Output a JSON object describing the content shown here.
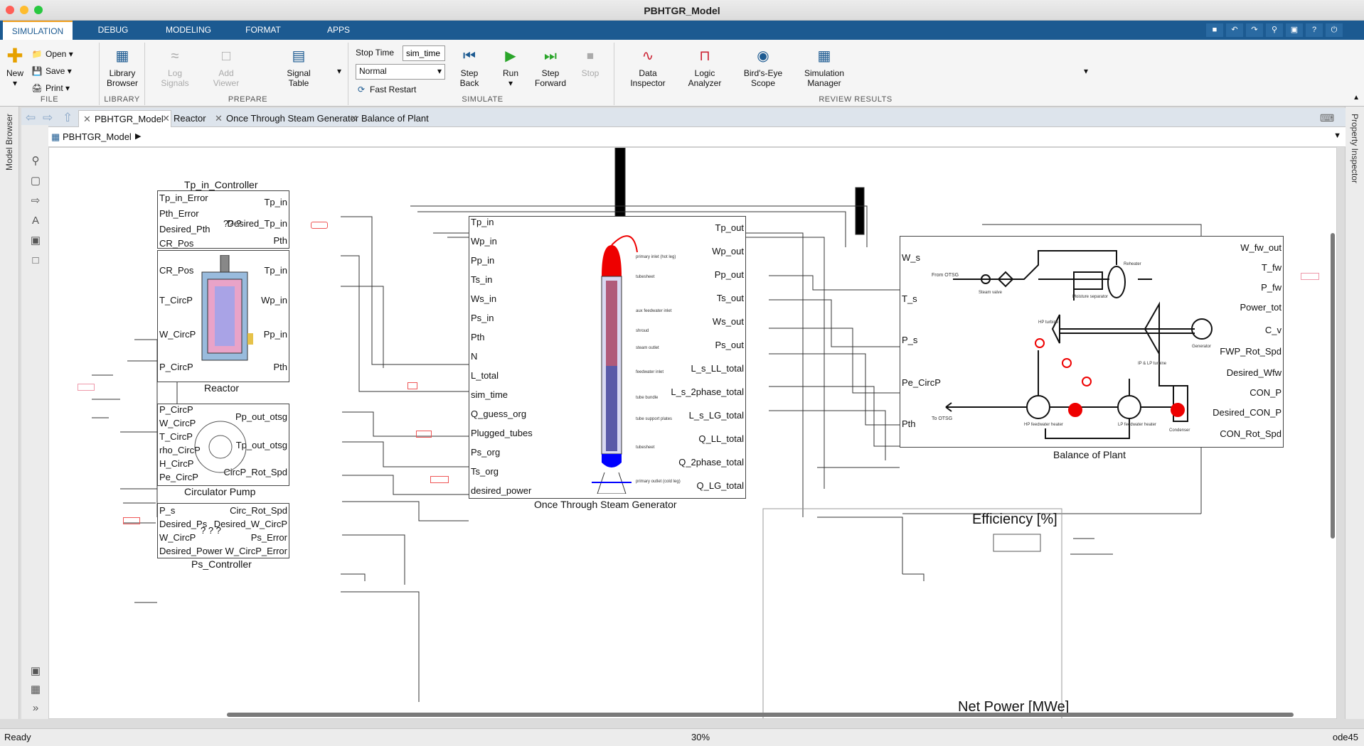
{
  "window": {
    "title": "PBHTGR_Model",
    "close_color": "#ff5f57",
    "min_color": "#febc2e",
    "max_color": "#28c840"
  },
  "ribbon_tabs": [
    {
      "label": "SIMULATION",
      "active": true
    },
    {
      "label": "DEBUG"
    },
    {
      "label": "MODELING"
    },
    {
      "label": "FORMAT"
    },
    {
      "label": "APPS"
    }
  ],
  "file": {
    "new": "New",
    "open": "Open",
    "save": "Save",
    "print": "Print",
    "label": "FILE"
  },
  "library": {
    "browser": "Library Browser",
    "label": "LIBRARY"
  },
  "prepare": {
    "log_signals": "Log Signals",
    "add_viewer": "Add Viewer",
    "signal_table": "Signal Table",
    "label": "PREPARE"
  },
  "simulate": {
    "stop_time_label": "Stop Time",
    "stop_time_value": "sim_time",
    "mode": "Normal",
    "fast_restart": "Fast Restart",
    "step_back": "Step Back",
    "run": "Run",
    "step_forward": "Step Forward",
    "stop": "Stop",
    "label": "SIMULATE"
  },
  "review": {
    "data_inspector": "Data Inspector",
    "logic_analyzer": "Logic Analyzer",
    "birds_eye": "Bird's-Eye Scope",
    "sim_manager": "Simulation Manager",
    "label": "REVIEW RESULTS"
  },
  "side": {
    "left": "Model Browser",
    "right": "Property Inspector"
  },
  "doc_tabs": [
    {
      "label": "PBHTGR_Model",
      "active": true
    },
    {
      "label": "Reactor"
    },
    {
      "label": "Once Through Steam Generator"
    },
    {
      "label": "Balance of Plant"
    }
  ],
  "breadcrumb": "PBHTGR_Model",
  "blocks": {
    "tp_controller": {
      "title": "Tp_in_Controller",
      "inputs": [
        "Tp_in_Error",
        "Pth_Error",
        "Desired_Pth",
        "CR_Pos"
      ],
      "outputs": [
        "Tp_in",
        "Desired_Tp_in",
        "Pth"
      ],
      "note": "?? ?"
    },
    "reactor": {
      "title": "Reactor",
      "inputs": [
        "CR_Pos",
        "T_CircP",
        "W_CircP",
        "P_CircP"
      ],
      "outputs": [
        "Tp_in",
        "Wp_in",
        "Pp_in",
        "Pth"
      ]
    },
    "pump": {
      "title": "Circulator Pump",
      "inputs": [
        "P_CircP",
        "W_CircP",
        "T_CircP",
        "rho_CircP",
        "H_CircP",
        "Pe_CircP"
      ],
      "outputs": [
        "Pp_out_otsg",
        "Tp_out_otsg",
        "CircP_Rot_Spd"
      ]
    },
    "ps_controller": {
      "title": "Ps_Controller",
      "inputs": [
        "P_s",
        "Desired_Ps",
        "W_CircP",
        "Desired_Power"
      ],
      "outputs": [
        "Circ_Rot_Spd",
        "Desired_W_CircP",
        "Ps_Error",
        "W_CircP_Error"
      ],
      "note": "? ? ?"
    },
    "otsg": {
      "title": "Once Through Steam Generator",
      "inputs": [
        "Tp_in",
        "Wp_in",
        "Pp_in",
        "Ts_in",
        "Ws_in",
        "Ps_in",
        "Pth",
        "N",
        "L_total",
        "sim_time",
        "Q_guess_org",
        "Plugged_tubes",
        "Ps_org",
        "Ts_org",
        "desired_power"
      ],
      "outputs": [
        "Tp_out",
        "Wp_out",
        "Pp_out",
        "Ts_out",
        "Ws_out",
        "Ps_out",
        "L_s_LL_total",
        "L_s_2phase_total",
        "L_s_LG_total",
        "Q_LL_total",
        "Q_2phase_total",
        "Q_LG_total"
      ],
      "labels": {
        "inlet": "primary inlet (hot leg)",
        "tubesheet": "tubesheet",
        "aux": "aux feedwater inlet",
        "shroud": "shroud",
        "steam": "steam outlet",
        "fw": "feedwater inlet",
        "bundle": "tube bundle",
        "support": "tube support plates",
        "tubesheet2": "tubesheet",
        "outlet": "primary outlet (cold leg)"
      }
    },
    "bop": {
      "title": "Balance of Plant",
      "inputs": [
        "W_s",
        "T_s",
        "P_s",
        "Pe_CircP",
        "Pth"
      ],
      "outputs": [
        "W_fw_out",
        "T_fw",
        "P_fw",
        "Power_tot",
        "C_v",
        "FWP_Rot_Spd",
        "Desired_Wfw",
        "CON_P",
        "Desired_CON_P",
        "CON_Rot_Spd"
      ],
      "labels": {
        "from": "From OTSG",
        "to": "To OTSG",
        "steam_valve": "Steam valve",
        "moisture": "Moisture separator",
        "reheater": "Reheater",
        "hp": "HP turbine",
        "iplp": "IP & LP turbine",
        "generator": "Generator",
        "condenser": "Condenser",
        "hpfw": "HP feedwater heater",
        "lpfw": "LP feedwater heater"
      }
    },
    "efficiency": {
      "title": "Efficiency [%]"
    },
    "net_power": {
      "title": "Net Power [MWe]"
    }
  },
  "status": {
    "left": "Ready",
    "zoom": "30%",
    "solver": "ode45"
  }
}
